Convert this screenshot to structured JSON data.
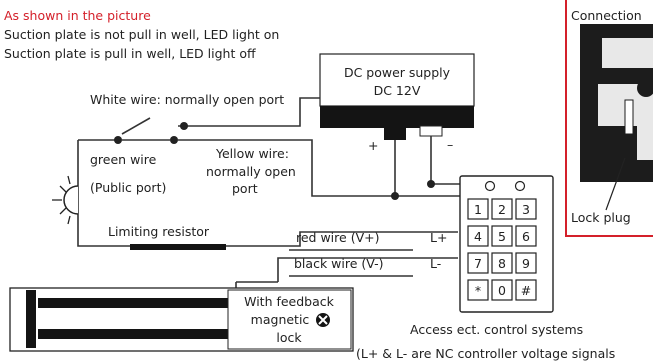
{
  "header": {
    "title": "As shown in the picture",
    "line1": "Suction plate is not pull in well, LED light on",
    "line2": "Suction plate is pull in well, LED light off"
  },
  "power_supply": {
    "line1": "DC power supply",
    "line2": "DC 12V",
    "plus": "+",
    "minus": "–"
  },
  "wires": {
    "white": "White wire: normally open port",
    "green": "green wire",
    "public": "(Public port)",
    "yellow1": "Yellow wire:",
    "yellow2": "normally open",
    "yellow3": "port",
    "resistor": "Limiting resistor",
    "red": "red wire (V+)",
    "black": "black wire (V-)",
    "lplus": "L+",
    "lminus": "L-"
  },
  "keypad": {
    "keys": [
      "1",
      "2",
      "3",
      "4",
      "5",
      "6",
      "7",
      "8",
      "9",
      "*",
      "0",
      "#"
    ]
  },
  "lock": {
    "line1": "With feedback",
    "line2": "magnetic",
    "line3": "lock"
  },
  "access": {
    "line1": "Access ect. control systems",
    "line2": "(L+ & L- are NC controller voltage signals"
  },
  "inset": {
    "title": "Connection",
    "plug": "Lock plug"
  },
  "colors": {
    "accent": "#d4202a",
    "ink": "#222222"
  }
}
